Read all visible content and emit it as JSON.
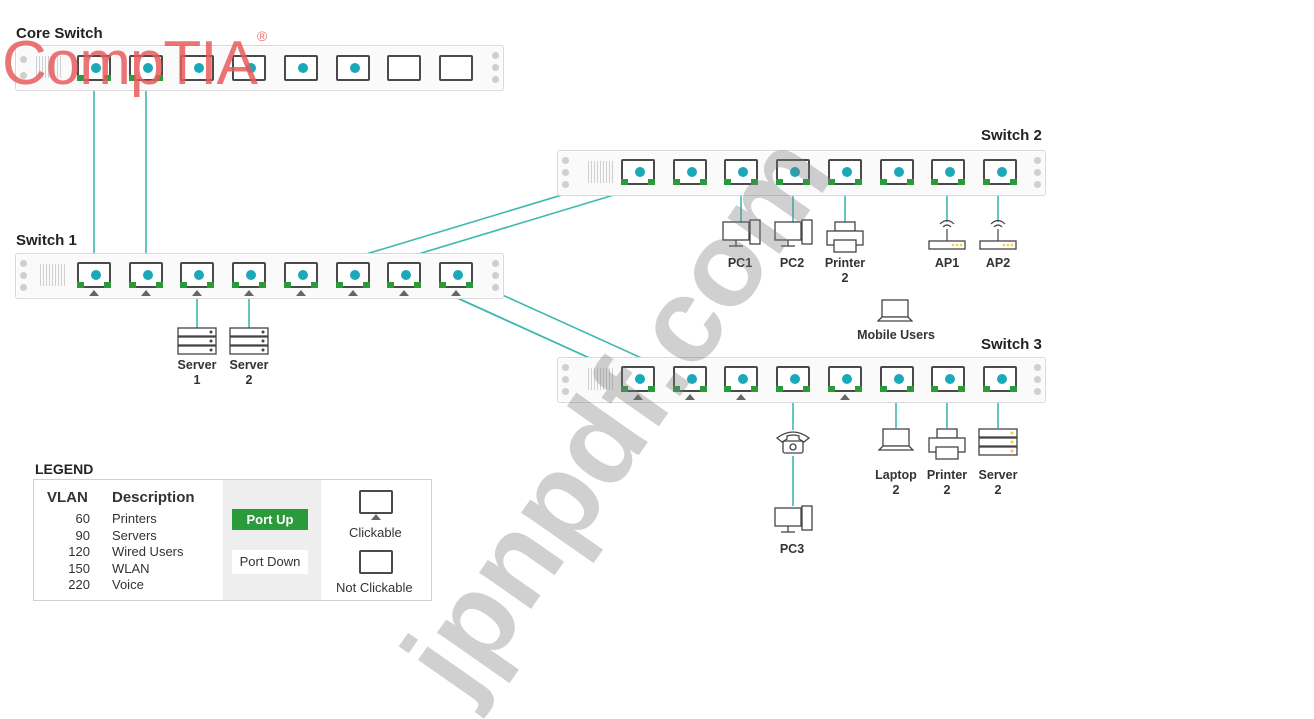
{
  "switches": {
    "core": {
      "title": "Core Switch"
    },
    "s1": {
      "title": "Switch 1"
    },
    "s2": {
      "title": "Switch 2"
    },
    "s3": {
      "title": "Switch 3"
    }
  },
  "devices": {
    "server1": "Server\n1",
    "server2": "Server\n2",
    "pc1": "PC1",
    "pc2": "PC2",
    "printer2a": "Printer\n2",
    "ap1": "AP1",
    "ap2": "AP2",
    "mobile": "Mobile Users",
    "pc3": "PC3",
    "laptop2": "Laptop\n2",
    "printer2b": "Printer\n2",
    "server2b": "Server\n2"
  },
  "legend": {
    "title": "LEGEND",
    "vlan_header": "VLAN",
    "desc_header": "Description",
    "rows": [
      {
        "vlan": "60",
        "desc": "Printers"
      },
      {
        "vlan": "90",
        "desc": "Servers"
      },
      {
        "vlan": "120",
        "desc": "Wired Users"
      },
      {
        "vlan": "150",
        "desc": "WLAN"
      },
      {
        "vlan": "220",
        "desc": "Voice"
      }
    ],
    "port_up": "Port Up",
    "port_down": "Port Down",
    "clickable": "Clickable",
    "not_clickable": "Not Clickable"
  },
  "colors": {
    "port_up": "#2a9a3a",
    "link": "#3fb8b0",
    "port_center": "#1ba8b8",
    "logo": "#e85a5a"
  },
  "logo_text": "CompTIA",
  "logo_mark": "®",
  "watermark": "jpnpdf.com"
}
